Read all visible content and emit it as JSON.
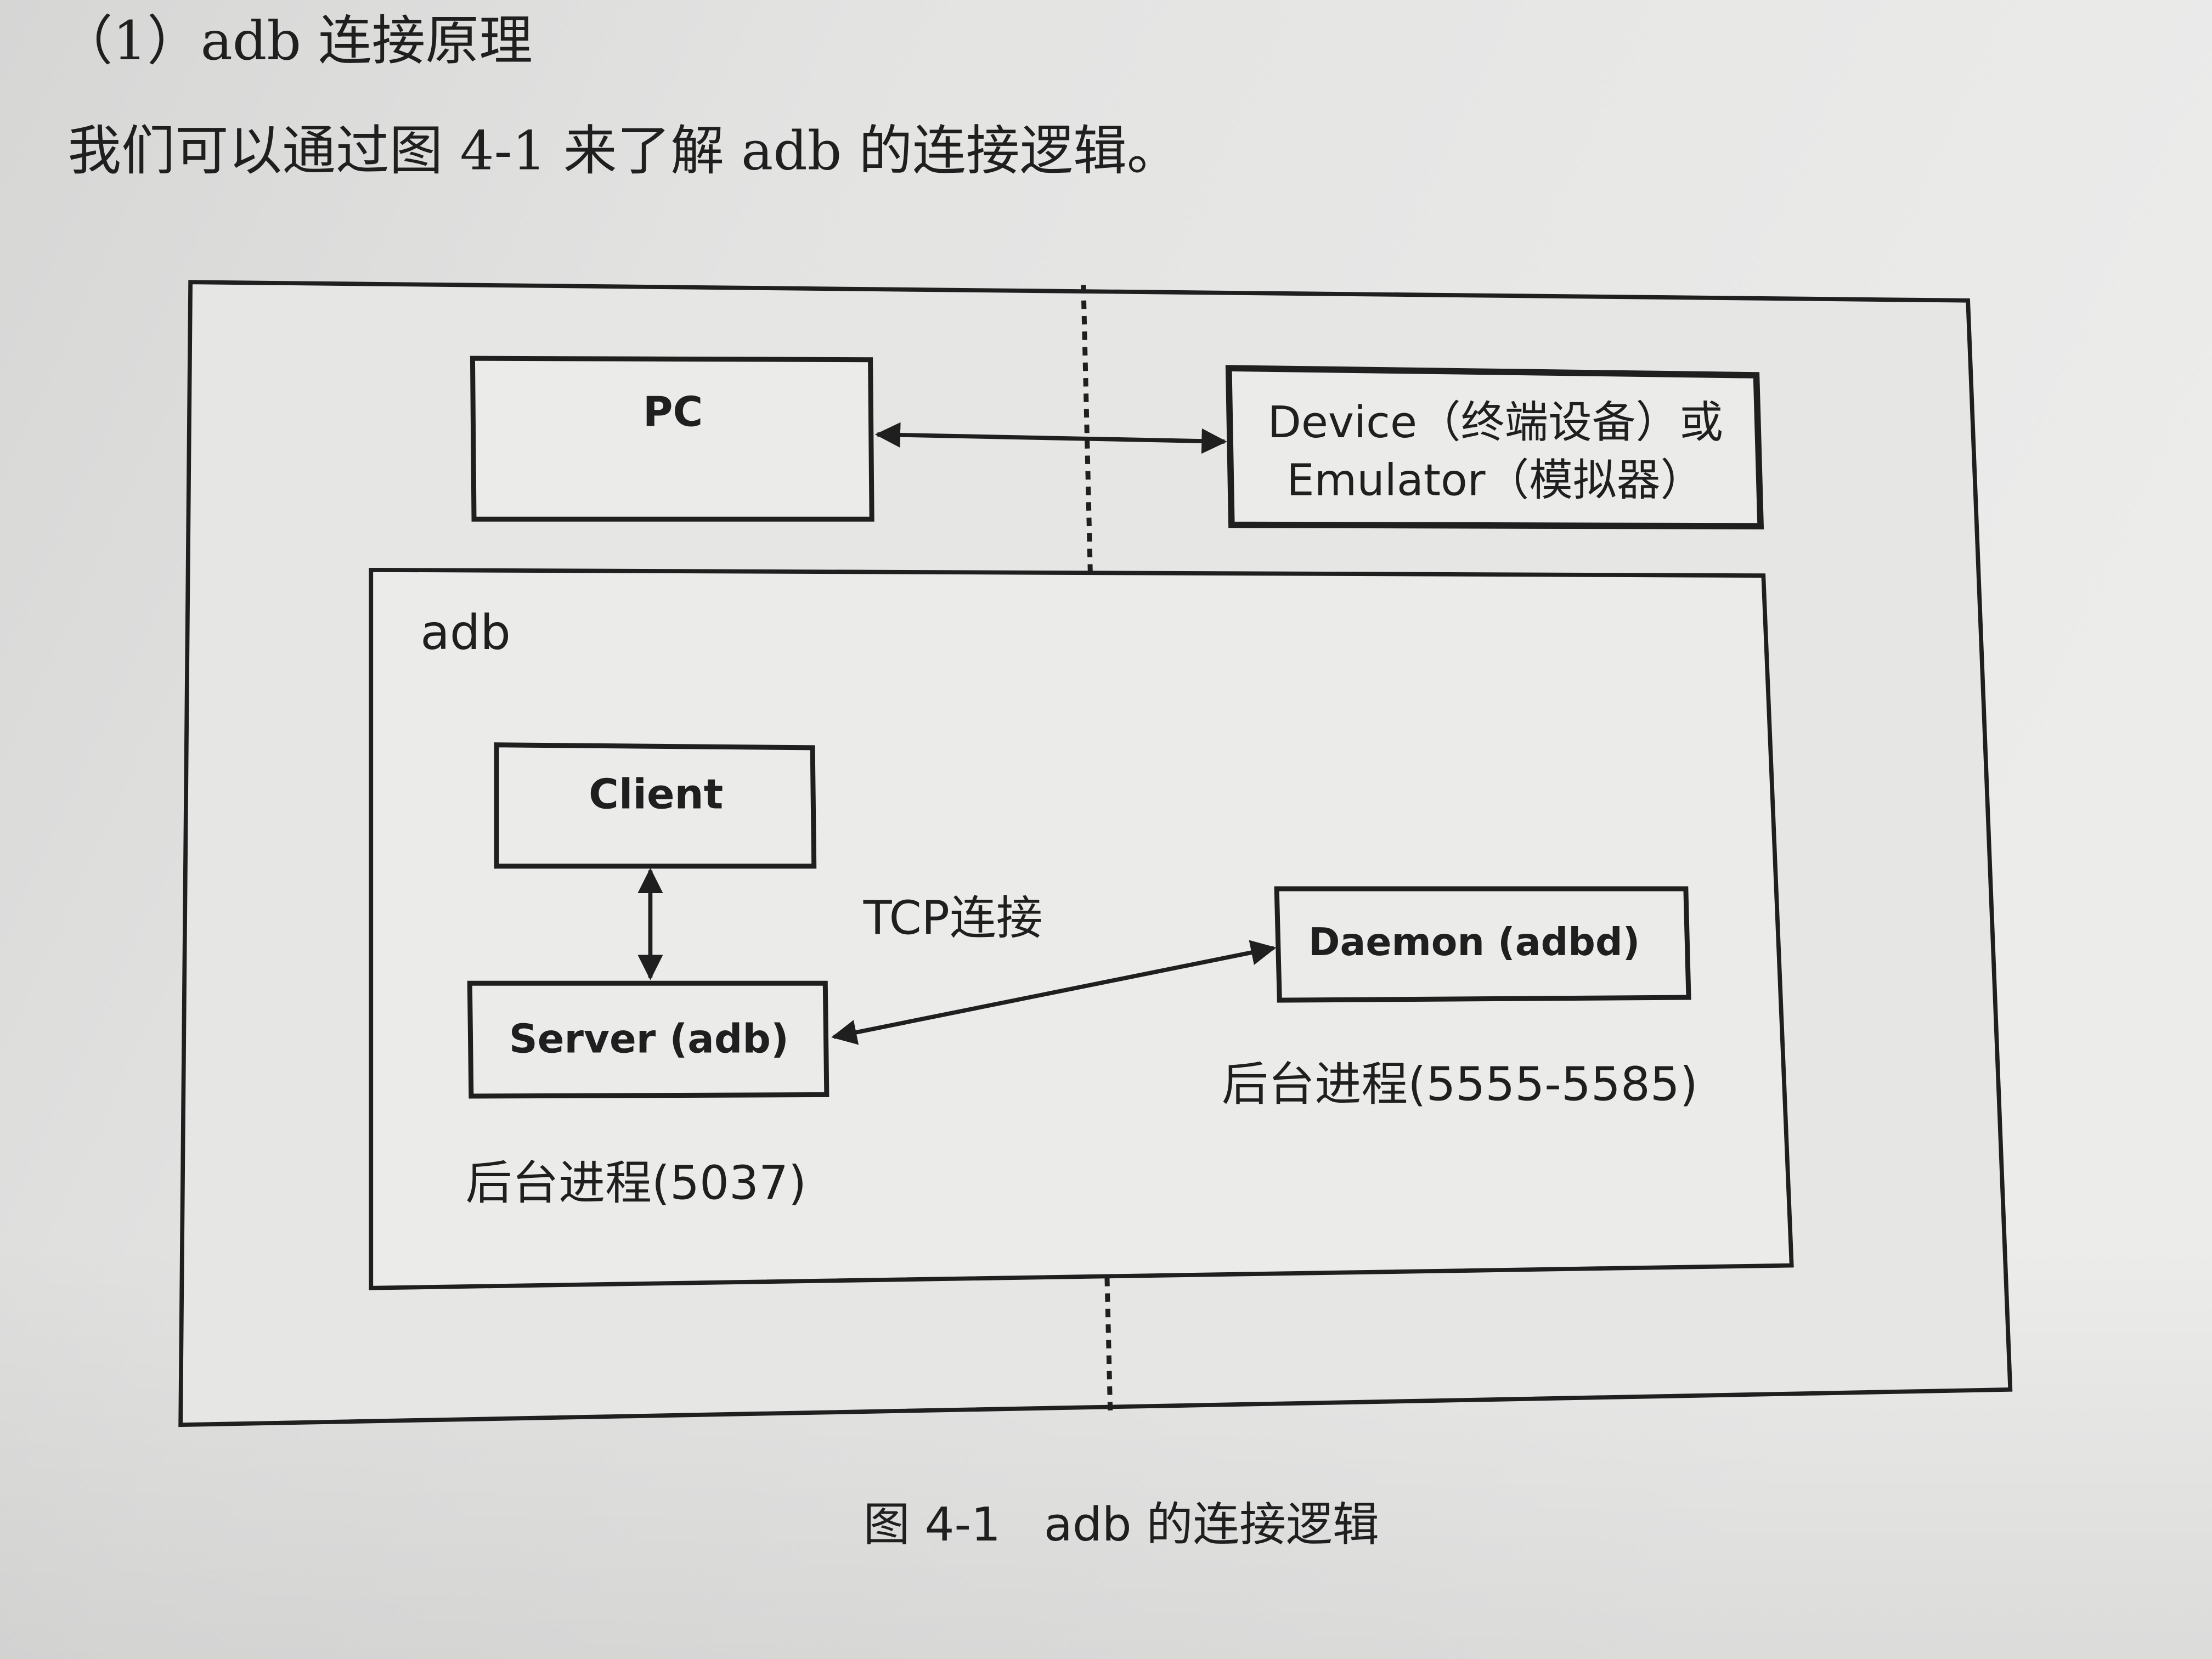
{
  "page": {
    "heading": "（1）adb 连接原理",
    "intro": "我们可以通过图 4-1 来了解 adb 的连接逻辑。"
  },
  "diagram": {
    "pc": {
      "label": "PC"
    },
    "device": {
      "line1": "Device（终端设备）或",
      "line2": "Emulator（模拟器）"
    },
    "adb": {
      "label": "adb"
    },
    "client": {
      "label": "Client"
    },
    "server": {
      "label": "Server (adb)"
    },
    "daemon": {
      "label": "Daemon (adbd)"
    },
    "tcp_label": "TCP连接",
    "server_process": "后台进程(5037)",
    "daemon_process": "后台进程(5555-5585)"
  },
  "caption": {
    "number": "图 4-1",
    "title": "adb 的连接逻辑"
  },
  "colors": {
    "ink": "#1f1f1f",
    "paper": "#e6e6e5",
    "box": "#ebebea"
  }
}
